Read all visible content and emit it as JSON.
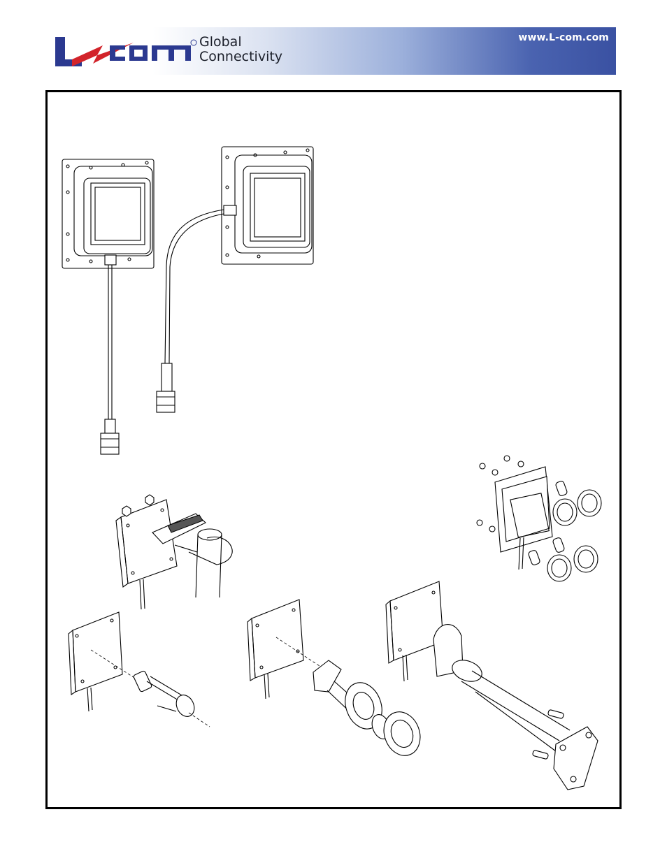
{
  "header": {
    "brand": "L-com",
    "tagline_line1": "Global",
    "tagline_line2": "Connectivity",
    "url": "www.L-com.com"
  },
  "illustrations": [
    "antenna-with-bottom-cable",
    "antenna-with-side-cable",
    "suction-cup-window-mount",
    "pole-u-bolt-mount",
    "tilt-swivel-wall-mount",
    "articulating-tube-mount",
    "articulating-arm-wall-mount"
  ],
  "colors": {
    "brand_red": "#d2232a",
    "brand_blue": "#2b3990",
    "header_blue": "#3a51a2"
  }
}
